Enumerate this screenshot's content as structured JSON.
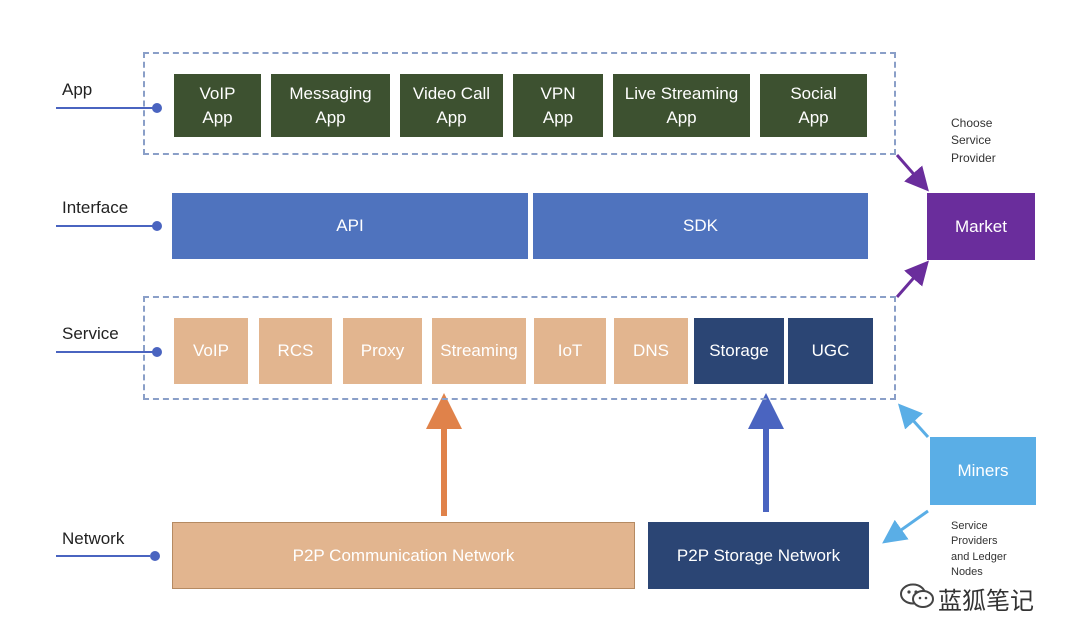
{
  "layers": {
    "app": "App",
    "interface": "Interface",
    "service": "Service",
    "network": "Network"
  },
  "apps": [
    "VoIP\nApp",
    "Messaging\nApp",
    "Video Call\nApp",
    "VPN\nApp",
    "Live Streaming\nApp",
    "Social\nApp"
  ],
  "interface": {
    "api": "API",
    "sdk": "SDK"
  },
  "services": [
    "VoIP",
    "RCS",
    "Proxy",
    "Streaming",
    "IoT",
    "DNS",
    "Storage",
    "UGC"
  ],
  "network": {
    "p2p_communication": "P2P Communication Network",
    "p2p_storage": "P2P Storage Network"
  },
  "market": {
    "label": "Market",
    "note": "Choose\nService\nProvider"
  },
  "miners": {
    "label": "Miners",
    "note": "Service\nProviders\nand Ledger\nNodes"
  },
  "watermark": "蓝狐笔记",
  "colors": {
    "app": "#3d5130",
    "interface": "#4f73be",
    "service_light": "#e2b58f",
    "service_dark": "#2b4574",
    "market": "#6a2d9c",
    "miners": "#5aaee6",
    "orange_arrow": "#e0824a",
    "blue_arrow": "#4a64c0"
  }
}
